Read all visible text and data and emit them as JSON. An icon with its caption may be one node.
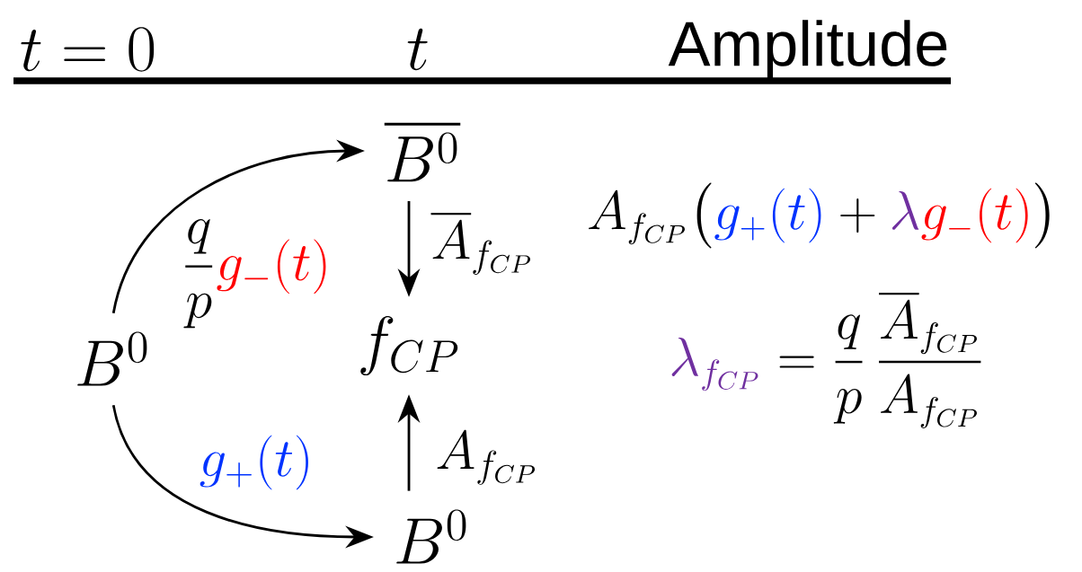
{
  "diagram": {
    "nodes": [
      {
        "text": [
          "B^0"
        ]
      },
      {
        "text": [
          "\\overline{B^0}"
        ]
      },
      {
        "text": [
          "f_{CP}"
        ]
      },
      {
        "text": [
          "B^0"
        ]
      }
    ],
    "edges": [
      {
        "from": 0,
        "to": 1,
        "arrow": "to",
        "label": "\\frac{q}{p}\\textcolor[HTML]{FF0000}{g_-(t)}"
      },
      {
        "from": 0,
        "to": 3,
        "arrow": "to",
        "label": "\\textcolor[HTML]{0033FF}{g_+(t)}"
      },
      {
        "from": 1,
        "to": 2,
        "arrow": "to",
        "label": "\\overline{A}_{f_{CP}}"
      },
      {
        "from": 3,
        "to": 2,
        "arrow": "to",
        "label": "A_{f_{CP}}"
      }
    ],
    "labels": [
      "t = 0",
      "t",
      "Amplitude",
      "A_{f_{CP}}\\big(\\textcolor[HTML]{0033FF}{g_+(t)} + \\textcolor[HTML]{7030A0}{\\lambda}\\textcolor[HTML]{FF0000}{g_-(t)}\\big)",
      "\\textcolor[HTML]{7030A0}{\\lambda_{f_{CP}}} = \\frac{q}{p}\\,\\frac{\\overline{A}_{f_{CP}}}{A_{f_{CP}}}"
    ]
  }
}
